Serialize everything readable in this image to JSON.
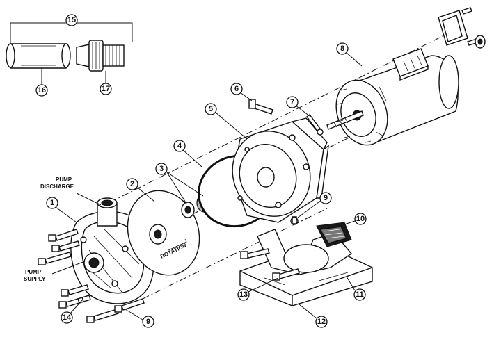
{
  "labels": {
    "pump_discharge_line1": "PUMP",
    "pump_discharge_line2": "DISCHARGE",
    "pump_supply_line1": "PUMP",
    "pump_supply_line2": "SUPPLY",
    "rotation": "ROTATION"
  },
  "callouts": [
    "1",
    "2",
    "3",
    "4",
    "5",
    "6",
    "7",
    "8",
    "9",
    "9",
    "10",
    "11",
    "12",
    "13",
    "14",
    "15",
    "16",
    "17"
  ]
}
